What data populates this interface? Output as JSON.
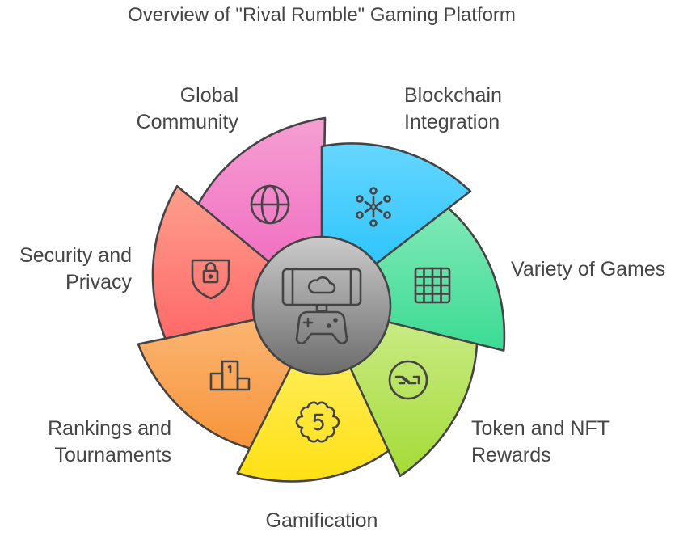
{
  "title": "Overview of \"Rival Rumble\" Gaming Platform",
  "segments": [
    {
      "id": "blockchain",
      "lines": [
        "Blockchain",
        "Integration"
      ],
      "icon": "blockchain-network-icon",
      "colors": [
        "#66d6ff",
        "#1cbffa"
      ]
    },
    {
      "id": "variety",
      "lines": [
        "Variety of Games"
      ],
      "icon": "grid-icon",
      "colors": [
        "#82e9b8",
        "#3bdb93"
      ]
    },
    {
      "id": "token",
      "lines": [
        "Token and NFT",
        "Rewards"
      ],
      "icon": "token-icon",
      "colors": [
        "#cdec8c",
        "#a4db37"
      ]
    },
    {
      "id": "gamification",
      "lines": [
        "Gamification"
      ],
      "icon": "badge-five-icon",
      "colors": [
        "#fff274",
        "#ffe014"
      ]
    },
    {
      "id": "rankings",
      "lines": [
        "Rankings and",
        "Tournaments"
      ],
      "icon": "podium-icon",
      "colors": [
        "#fcb878",
        "#f7943a"
      ]
    },
    {
      "id": "security",
      "lines": [
        "Security and",
        "Privacy"
      ],
      "icon": "shield-lock-icon",
      "colors": [
        "#fd9f8d",
        "#ff6868"
      ]
    },
    {
      "id": "global",
      "lines": [
        "Global",
        "Community"
      ],
      "icon": "globe-icon",
      "colors": [
        "#f59fd2",
        "#f062be"
      ]
    }
  ],
  "center": {
    "icon": "cloud-gaming-controller-icon",
    "colors": [
      "#cbcbcb",
      "#6c6c6c"
    ]
  }
}
